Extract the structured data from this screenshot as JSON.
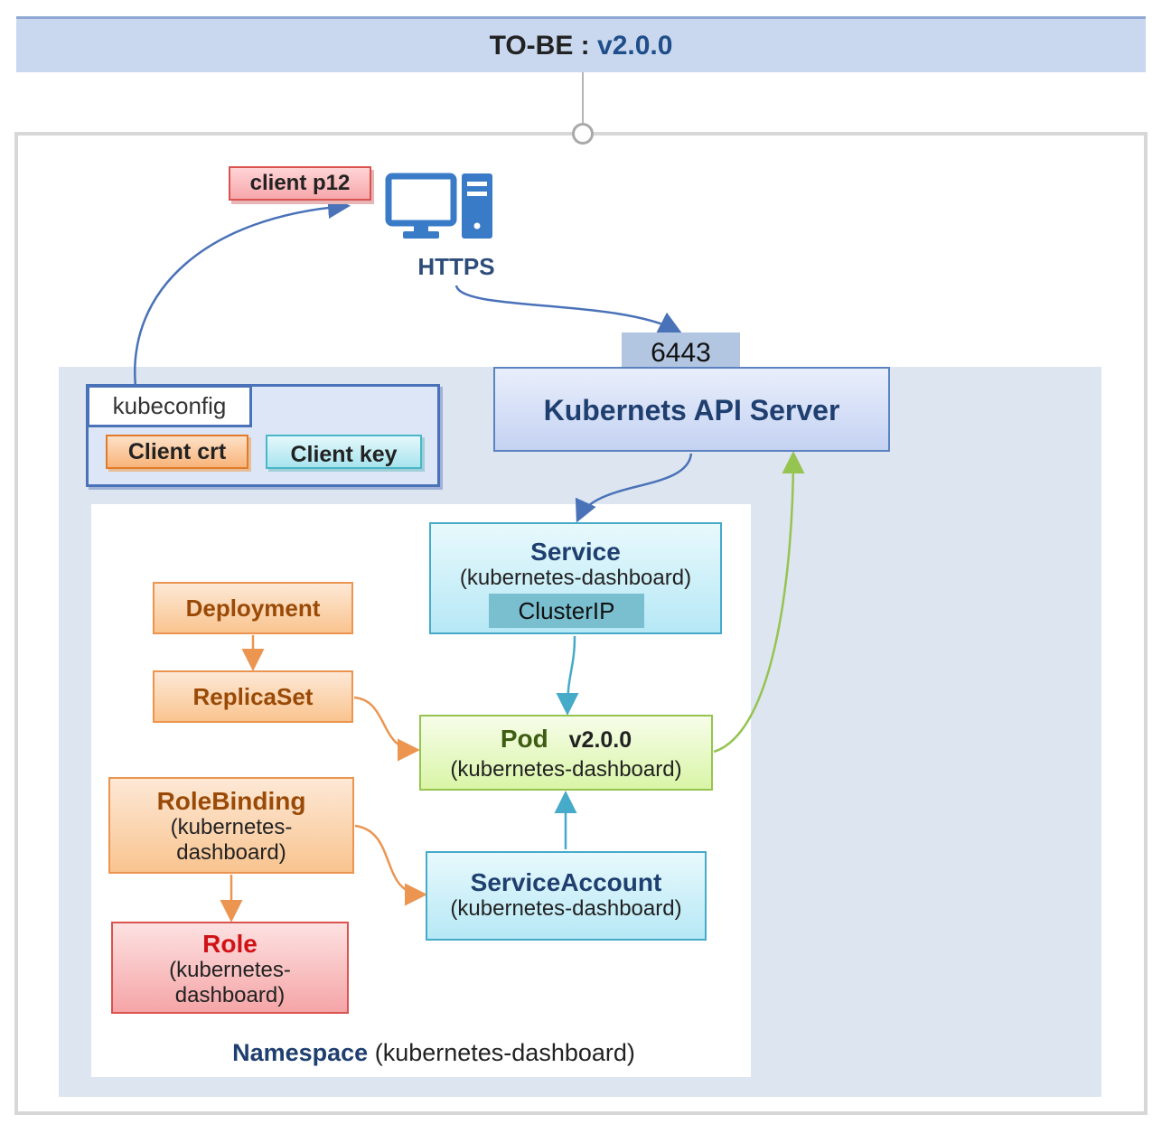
{
  "title": {
    "prefix": "TO-BE : ",
    "version": "v2.0.0"
  },
  "client": {
    "certificate_tag": "client p12",
    "protocol": "HTTPS",
    "icon": "desktop-computer-icon"
  },
  "api_server": {
    "port": "6443",
    "label": "Kubernets API Server"
  },
  "kubeconfig": {
    "label": "kubeconfig",
    "cert": "Client crt",
    "key": "Client key"
  },
  "namespace": {
    "label": "Namespace",
    "name": "(kubernetes-dashboard)"
  },
  "service": {
    "title": "Service",
    "subtitle": "(kubernetes-dashboard)",
    "type": "ClusterIP"
  },
  "pod": {
    "title": "Pod",
    "version": "v2.0.0",
    "subtitle": "(kubernetes-dashboard)"
  },
  "service_account": {
    "title": "ServiceAccount",
    "subtitle": "(kubernetes-dashboard)"
  },
  "deployment": {
    "title": "Deployment"
  },
  "replicaset": {
    "title": "ReplicaSet"
  },
  "rolebinding": {
    "title": "RoleBinding",
    "subtitle_line1": "(kubernetes-",
    "subtitle_line2": "dashboard)"
  },
  "role": {
    "title": "Role",
    "subtitle_line1": "(kubernetes-",
    "subtitle_line2": "dashboard)"
  },
  "colors": {
    "title_bar": "#c9d8ee",
    "cluster_bg": "#dde5f0",
    "accent_blue": "#4a72b8",
    "orange": "#eb9550",
    "cyan": "#46aac9",
    "green": "#95c451",
    "red": "#d9534f"
  }
}
